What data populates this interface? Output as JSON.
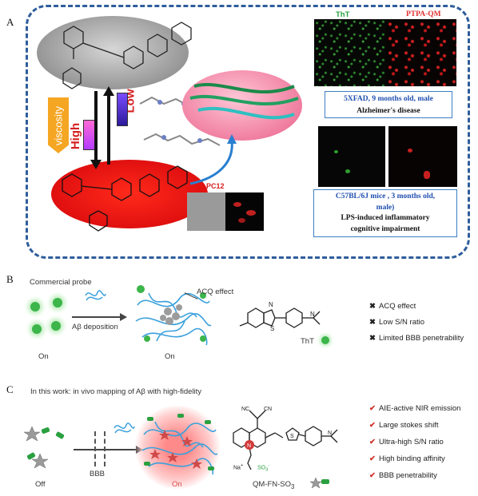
{
  "panels": {
    "A": "A",
    "B": "B",
    "C": "C"
  },
  "panelA": {
    "viscosity_label": "viscosity",
    "high_label": "High",
    "low_label": "Low",
    "pc12_label": "PC12",
    "tht_label": "ThT",
    "ptpa_label": "PTPA-QM",
    "caption1_line1": "5XFAD, 9 months old, male",
    "caption1_line2": "Alzheimer's disease",
    "caption2_line1": "C57BL/6J mice , 3 months old,",
    "caption2_line2": "male)",
    "caption2_line3": "LPS-induced inflammatory",
    "caption2_line4": "cognitive impairment"
  },
  "panelB": {
    "title": "Commercial probe",
    "arrow_label": "Aβ deposition",
    "acq_label": "ACQ effect",
    "on_left": "On",
    "on_mid": "On",
    "tht_label": "ThT",
    "bullets": [
      "ACQ effect",
      "Low S/N ratio",
      "Limited BBB penetrability"
    ]
  },
  "panelC": {
    "title": "In this work: in vivo mapping of Aβ with high-fidelity",
    "off_label": "Off",
    "bbb_label": "BBB",
    "on_label": "On",
    "probe_label": "QM-FN-SO",
    "probe_sub": "3",
    "na_label": "Na",
    "so3_label": "SO",
    "bullets": [
      "AIE-active NIR emission",
      "Large stokes shift",
      "Ultra-high S/N ratio",
      "High binding affinity",
      "BBB penetrability"
    ]
  },
  "colors": {
    "dash_border": "#2f5d9c",
    "caption_border": "#3b7fc4",
    "green_glow": "#39b54a",
    "red_glow": "#e8322d",
    "check_red": "#d0302a"
  }
}
